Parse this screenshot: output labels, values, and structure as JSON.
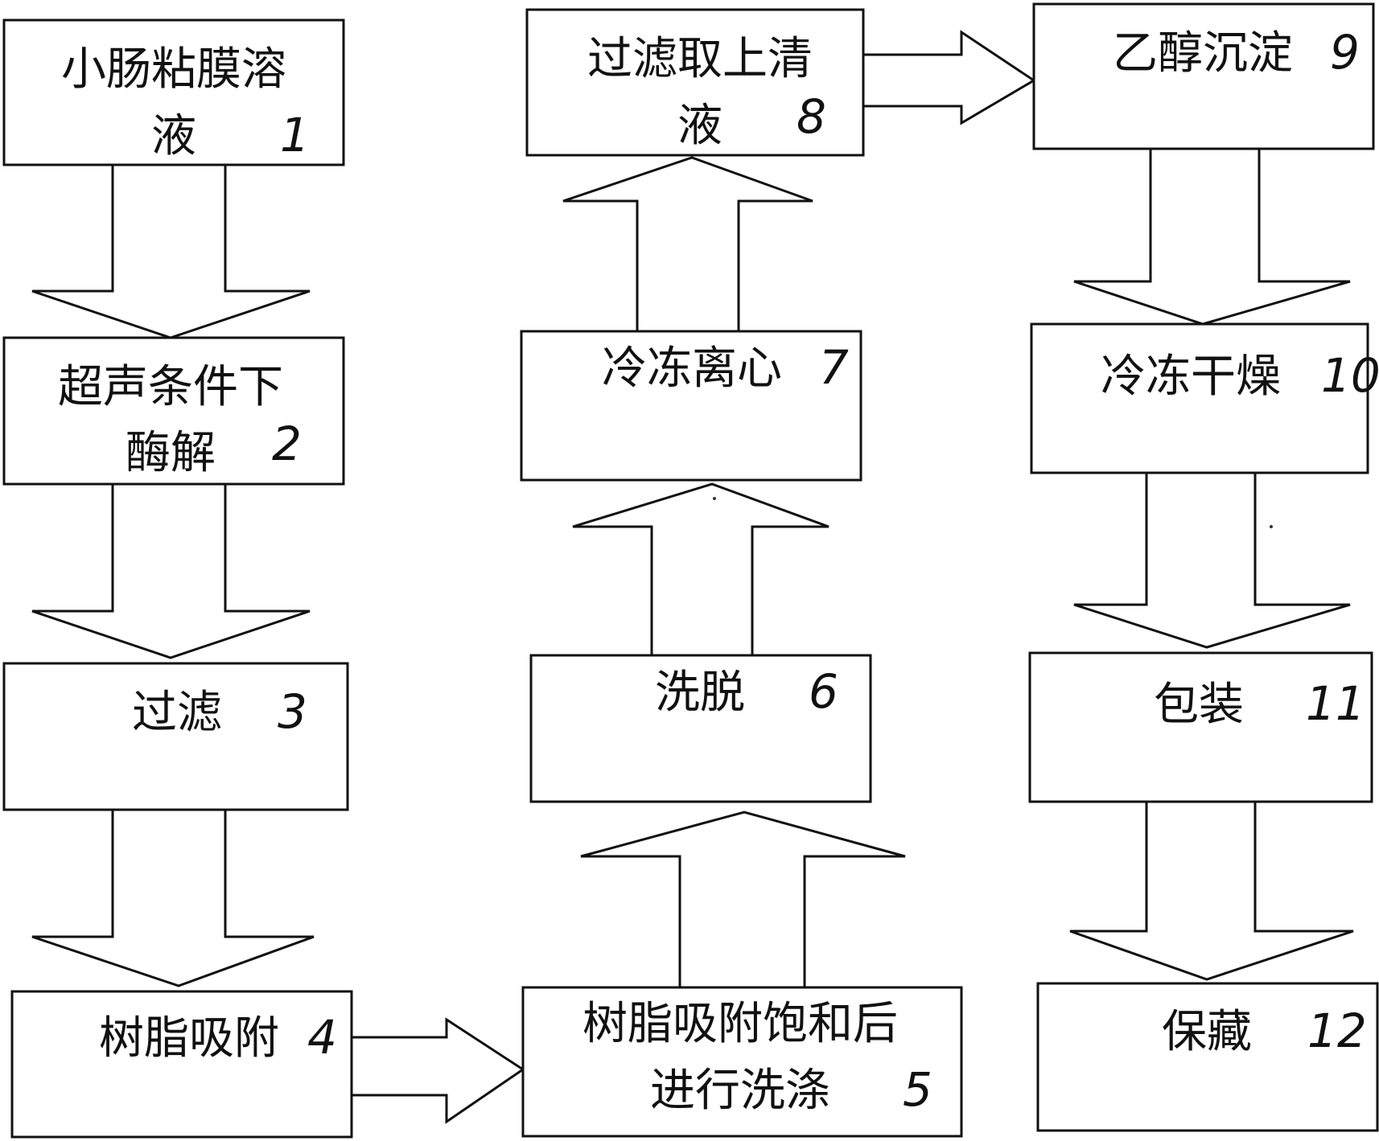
{
  "steps": {
    "s1": {
      "line1": "小肠粘膜溶",
      "line2": "液",
      "num": "1"
    },
    "s2": {
      "line1": "超声条件下",
      "line2": "酶解",
      "num": "2"
    },
    "s3": {
      "line1": "过滤",
      "num": "3"
    },
    "s4": {
      "line1": "树脂吸附",
      "num": "4"
    },
    "s5": {
      "line1": "树脂吸附饱和后",
      "line2": "进行洗涤",
      "num": "5"
    },
    "s6": {
      "line1": "洗脱",
      "num": "6"
    },
    "s7": {
      "line1": "冷冻离心",
      "num": "7"
    },
    "s8": {
      "line1": "过滤取上清",
      "line2": "液",
      "num": "8"
    },
    "s9": {
      "line1": "乙醇沉淀",
      "num": "9"
    },
    "s10": {
      "line1": "冷冻干燥",
      "num": "10"
    },
    "s11": {
      "line1": "包装",
      "num": "11"
    },
    "s12": {
      "line1": "保藏",
      "num": "12"
    }
  }
}
